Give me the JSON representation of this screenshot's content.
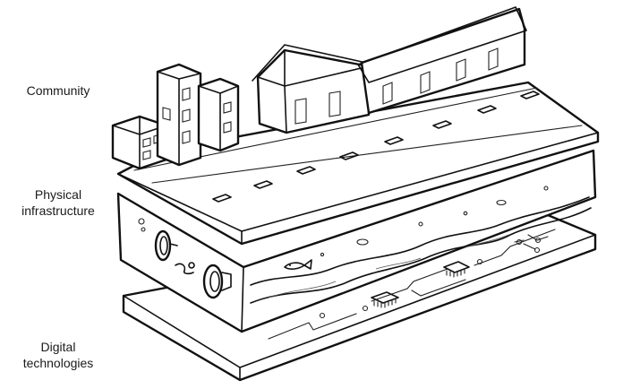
{
  "labels": {
    "community": "Community",
    "physical_line1": "Physical",
    "physical_line2": "infrastructure",
    "digital_line1": "Digital",
    "digital_line2": "technologies"
  }
}
